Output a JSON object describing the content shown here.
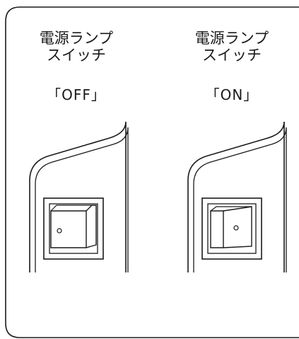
{
  "panels": [
    {
      "title_line1": "電源ランプ",
      "title_line2": "スイッチ",
      "state": "「OFF」",
      "switch_position": "off"
    },
    {
      "title_line1": "電源ランプ",
      "title_line2": "スイッチ",
      "state": "「ON」",
      "switch_position": "on"
    }
  ],
  "colors": {
    "stroke": "#1a1a1a",
    "background": "#ffffff"
  }
}
